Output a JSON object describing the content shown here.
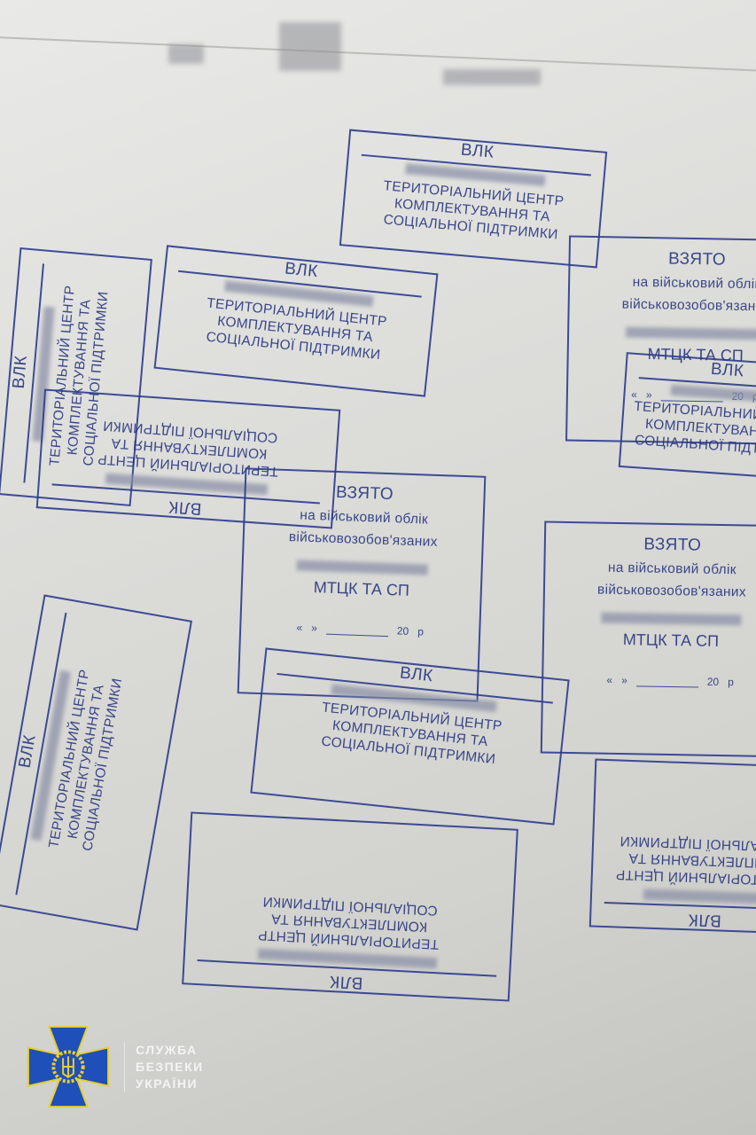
{
  "stamps": {
    "vlk": {
      "title": "ВЛК",
      "line1": "ТЕРИТОРІАЛЬНИЙ ЦЕНТР",
      "line2": "КОМПЛЕКТУВАННЯ ТА",
      "line3": "СОЦІАЛЬНОЇ ПІДТРИМКИ"
    },
    "vzyato": {
      "title": "ВЗЯТО",
      "line1": "на військовий облік",
      "line2": "військовозобов'язаних",
      "org": "МТЦК ТА СП",
      "quote_open": "«",
      "quote_close": "»",
      "year": "20",
      "year_suffix": "р"
    }
  },
  "logo": {
    "line1": "СЛУЖБА",
    "line2": "БЕЗПЕКИ",
    "line3": "УКРАЇНИ",
    "colors": {
      "blue": "#1f4fb8",
      "gold": "#e6cf2a"
    }
  },
  "ink_color": "#2c3b8c"
}
